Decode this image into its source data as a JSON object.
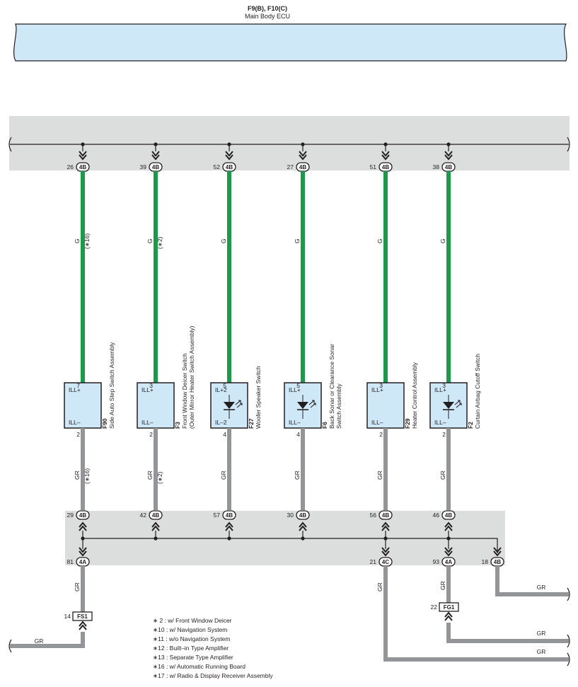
{
  "header": {
    "code": "F9(B), F10(C)",
    "name": "Main Body ECU"
  },
  "columns": [
    {
      "top_pin": "26",
      "top_conn": "4B",
      "wire": "G",
      "note": "(∗16)",
      "comp_code": "F90",
      "comp_name_lines": [
        "Side Auto Step Switch Assembly"
      ],
      "pin_in": "7",
      "lbl_in": "ILL+",
      "pin_out": "2",
      "lbl_out": "ILL–",
      "led": false,
      "ground_wire": "GR",
      "ground_note": "(∗16)",
      "bottom_pin": "29",
      "bottom_conn": "4B"
    },
    {
      "top_pin": "39",
      "top_conn": "4B",
      "wire": "G",
      "note": "(∗2)",
      "comp_code": "F3",
      "comp_name_lines": [
        "Front Window Deicer Switch",
        "(Outer Mirror Heater Switch Assembly)"
      ],
      "pin_in": "3",
      "lbl_in": "ILL+",
      "pin_out": "2",
      "lbl_out": "ILL–",
      "led": false,
      "ground_wire": "GR",
      "ground_note": "(∗2)",
      "bottom_pin": "42",
      "bottom_conn": "4B"
    },
    {
      "top_pin": "52",
      "top_conn": "4B",
      "wire": "G",
      "note": "",
      "comp_code": "F27",
      "comp_name_lines": [
        "Woofer Speaker Switch"
      ],
      "pin_in": "5",
      "lbl_in": "IL+2",
      "pin_out": "4",
      "lbl_out": "IL–2",
      "led": true,
      "ground_wire": "GR",
      "ground_note": "",
      "bottom_pin": "57",
      "bottom_conn": "4B"
    },
    {
      "top_pin": "27",
      "top_conn": "4B",
      "wire": "G",
      "note": "",
      "comp_code": "F6",
      "comp_name_lines": [
        "Back Sonar or Clearance Sonar",
        "Switch Assembly"
      ],
      "pin_in": "5",
      "lbl_in": "ILL+",
      "pin_out": "4",
      "lbl_out": "ILL–",
      "led": true,
      "ground_wire": "GR",
      "ground_note": "",
      "bottom_pin": "30",
      "bottom_conn": "4B"
    },
    {
      "top_pin": "51",
      "top_conn": "4B",
      "wire": "G",
      "note": "",
      "comp_code": "F29",
      "comp_name_lines": [
        "Heater Control Assembly"
      ],
      "pin_in": "3",
      "lbl_in": "ILL+",
      "pin_out": "2",
      "lbl_out": "ILL–",
      "led": false,
      "ground_wire": "GR",
      "ground_note": "",
      "bottom_pin": "56",
      "bottom_conn": "4B"
    },
    {
      "top_pin": "38",
      "top_conn": "4B",
      "wire": "G",
      "note": "",
      "comp_code": "F2",
      "comp_name_lines": [
        "Curtain Airbag Cutoff Switch"
      ],
      "pin_in": "3",
      "lbl_in": "ILL+",
      "pin_out": "2",
      "lbl_out": "ILL–",
      "led": true,
      "ground_wire": "GR",
      "ground_note": "",
      "bottom_pin": "46",
      "bottom_conn": "4B"
    }
  ],
  "lower_pins": [
    {
      "pin": "81",
      "conn": "4A",
      "wire": "GR"
    },
    {
      "pin": "21",
      "conn": "4C",
      "wire": "GR"
    },
    {
      "pin": "93",
      "conn": "4A",
      "wire": "GR"
    },
    {
      "pin": "18",
      "conn": "4B"
    }
  ],
  "grounds": [
    {
      "pin": "14",
      "code": "FS1"
    },
    {
      "pin": "22",
      "code": "FG1"
    }
  ],
  "exit_wires": [
    "GR",
    "GR",
    "GR",
    "GR"
  ],
  "notes": [
    "∗ 2 : w/ Front Window Deicer",
    "∗10 : w/ Navigation System",
    "∗11 : w/o Navigation System",
    "∗12 : Built–in Type Amplifier",
    "∗13 : Separate Type Amplifier",
    "∗16 : w/ Automatic Running Board",
    "∗17 : w/ Radio & Display Receiver Assembly"
  ],
  "colors": {
    "green_wire": "#1a9b4a",
    "gray_wire": "#939598",
    "ecu_fill": "#cfe8f7",
    "junction_fill": "#dcdddd"
  }
}
